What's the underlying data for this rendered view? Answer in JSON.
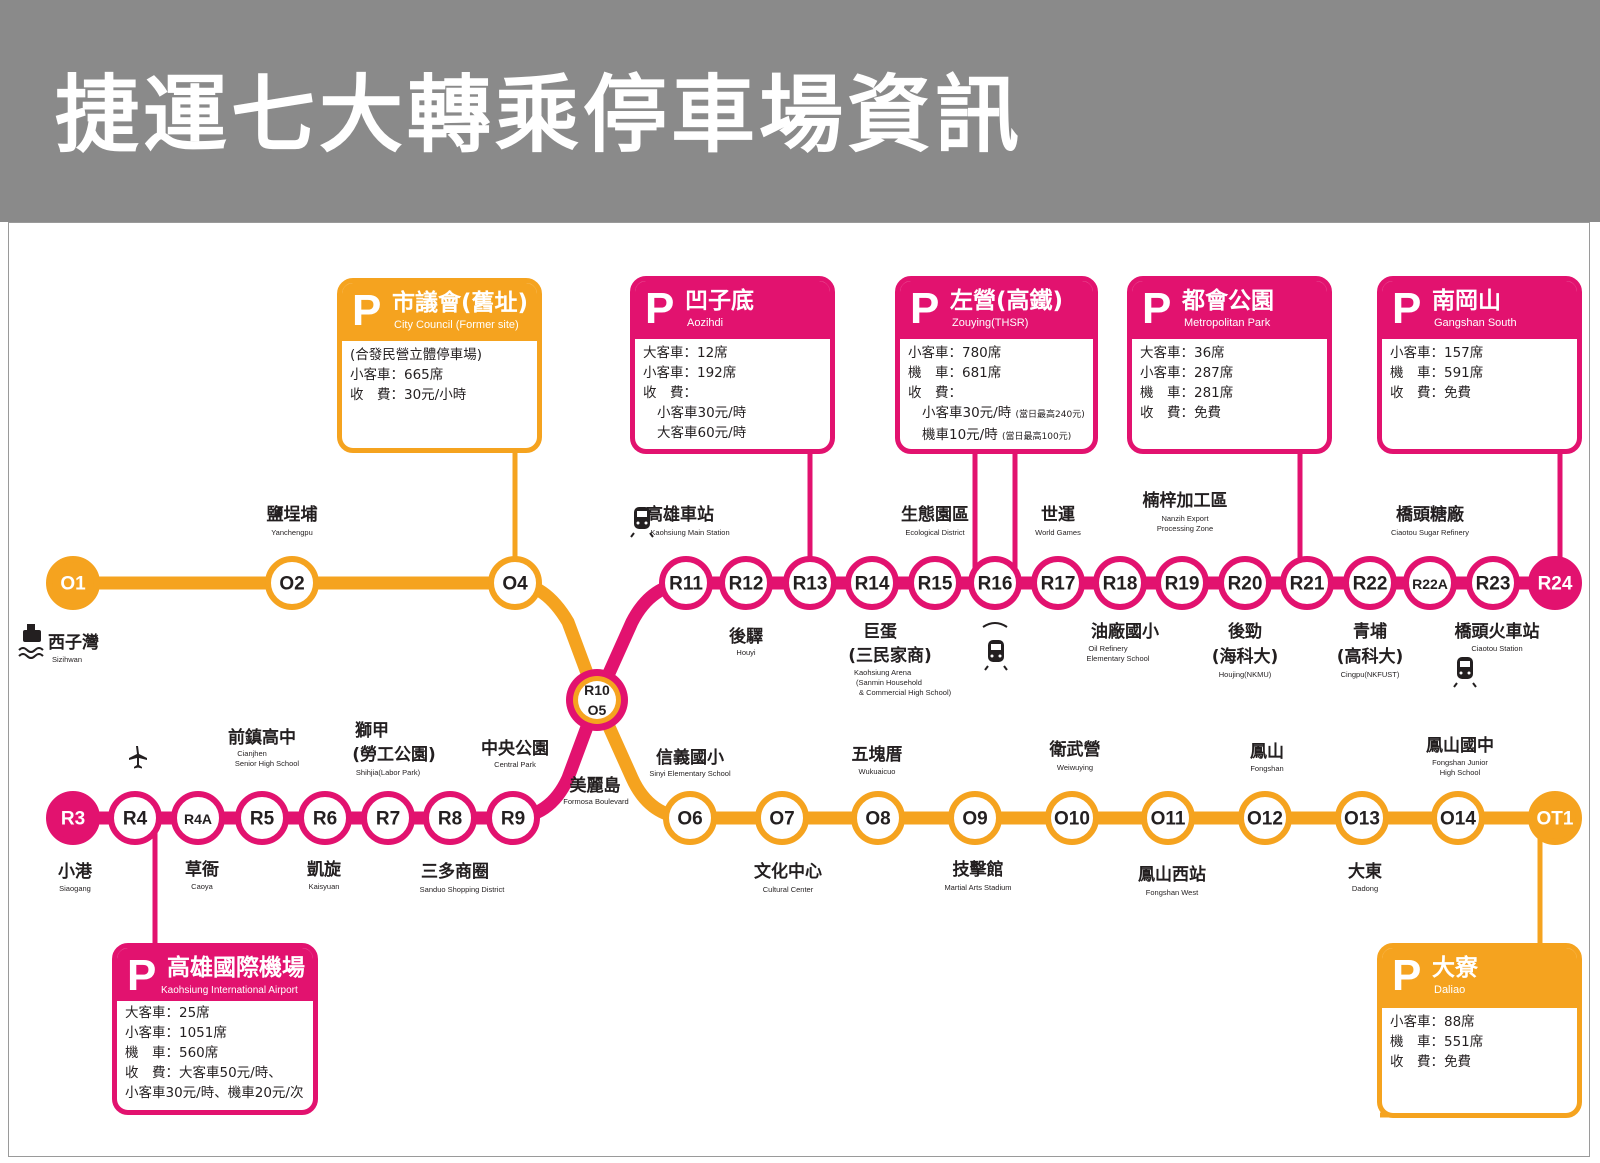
{
  "title": "捷運七大轉乘停車場資訊",
  "colors": {
    "red": "#e2126f",
    "orange": "#f5a31f",
    "header_bg": "#8a8a8a",
    "text": "#231f20"
  },
  "stations": {
    "O1": "O1",
    "O2": "O2",
    "O4": "O4",
    "R10O5": [
      "R10",
      "O5"
    ],
    "R11": "R11",
    "R12": "R12",
    "R13": "R13",
    "R14": "R14",
    "R15": "R15",
    "R16": "R16",
    "R17": "R17",
    "R18": "R18",
    "R19": "R19",
    "R20": "R20",
    "R21": "R21",
    "R22": "R22",
    "R22A": "R22A",
    "R23": "R23",
    "R24": "R24",
    "R3": "R3",
    "R4": "R4",
    "R4A": "R4A",
    "R5": "R5",
    "R6": "R6",
    "R7": "R7",
    "R8": "R8",
    "R9": "R9",
    "O6": "O6",
    "O7": "O7",
    "O8": "O8",
    "O9": "O9",
    "O10": "O10",
    "O11": "O11",
    "O12": "O12",
    "O13": "O13",
    "O14": "O14",
    "OT1": "OT1"
  },
  "labels": {
    "o1": {
      "zh": "西子灣",
      "en": "Sizihwan"
    },
    "o2": {
      "zh": "鹽埕埔",
      "en": "Yanchengpu"
    },
    "r11": {
      "zh": "高雄車站",
      "en": "Kaohsiung Main Station"
    },
    "r12": {
      "zh": "後驛",
      "en": "Houyi"
    },
    "r14": {
      "zh1": "巨蛋",
      "zh2": "(三民家商)",
      "en1": "Kaohsiung Arena",
      "en2": "(Sanmin Household",
      "en3": "& Commercial High School)"
    },
    "r15": {
      "zh": "生態園區",
      "en": "Ecological District"
    },
    "r17": {
      "zh": "世運",
      "en": "World Games"
    },
    "r18": {
      "zh": "油廠國小",
      "en1": "Oil Refinery",
      "en2": "Elementary School"
    },
    "r19": {
      "zh": "楠梓加工區",
      "en1": "Nanzih Export",
      "en2": "Processing Zone"
    },
    "r20": {
      "zh1": "後勁",
      "zh2": "(海科大)",
      "en": "Houjing(NKMU)"
    },
    "r22": {
      "zh1": "青埔",
      "zh2": "(高科大)",
      "en": "Cingpu(NKFUST)"
    },
    "r22a": {
      "zh": "橋頭糖廠",
      "en": "Ciaotou Sugar Refinery"
    },
    "r23": {
      "zh": "橋頭火車站",
      "en": "Ciaotou Station"
    },
    "r3": {
      "zh": "小港",
      "en": "Siaogang"
    },
    "r4a": {
      "zh": "草衙",
      "en": "Caoya"
    },
    "r5": {
      "zh": "前鎮高中",
      "en1": "Cianjhen",
      "en2": "Senior High School"
    },
    "r6": {
      "zh": "凱旋",
      "en": "Kaisyuan"
    },
    "r7": {
      "zh1": "獅甲",
      "zh2": "(勞工公園)",
      "en": "Shihjia(Labor Park)"
    },
    "r8": {
      "zh": "三多商圈",
      "en": "Sanduo Shopping District"
    },
    "r9": {
      "zh": "中央公園",
      "en": "Central Park"
    },
    "r10": {
      "zh": "美麗島",
      "en": "Formosa Boulevard"
    },
    "o6": {
      "zh": "信義國小",
      "en": "Sinyi Elementary School"
    },
    "o7": {
      "zh": "文化中心",
      "en": "Cultural Center"
    },
    "o8": {
      "zh": "五塊厝",
      "en": "Wukuaicuo"
    },
    "o9": {
      "zh": "技擊館",
      "en": "Martial Arts Stadium"
    },
    "o10": {
      "zh": "衛武營",
      "en": "Weiwuying"
    },
    "o11": {
      "zh": "鳳山西站",
      "en": "Fongshan West"
    },
    "o12": {
      "zh": "鳳山",
      "en": "Fongshan"
    },
    "o13": {
      "zh": "大東",
      "en": "Dadong"
    },
    "o14": {
      "zh": "鳳山國中",
      "en1": "Fongshan Junior",
      "en2": "High School"
    }
  },
  "parking": {
    "city_council": {
      "p": "P",
      "zh": "市議會(舊址)",
      "en": "City Council (Former site)",
      "lines": [
        "(合發民營立體停車場)",
        "小客車：665席",
        "收　費：30元/小時"
      ]
    },
    "aozihdi": {
      "p": "P",
      "zh": "凹子底",
      "en": "Aozihdi",
      "lines": [
        "大客車：12席",
        "小客車：192席",
        "收　費："
      ],
      "indent": [
        "小客車30元/時",
        "大客車60元/時"
      ]
    },
    "zuoying": {
      "p": "P",
      "zh": "左營(高鐵)",
      "en": "Zouying(THSR)",
      "lines": [
        "小客車：780席",
        "機　車：681席",
        "收　費："
      ],
      "indent": [
        "小客車30元/時",
        "機車10元/時"
      ],
      "notes": [
        "(當日最高240元)",
        "(當日最高100元)"
      ]
    },
    "metropolitan": {
      "p": "P",
      "zh": "都會公園",
      "en": "Metropolitan Park",
      "lines": [
        "大客車：36席",
        "小客車：287席",
        "機　車：281席",
        "收　費：免費"
      ]
    },
    "gangshan": {
      "p": "P",
      "zh": "南岡山",
      "en": "Gangshan South",
      "lines": [
        "小客車：157席",
        "機　車：591席",
        "收　費：免費"
      ]
    },
    "airport": {
      "p": "P",
      "zh": "高雄國際機場",
      "en": "Kaohsiung International Airport",
      "lines": [
        "大客車：25席",
        "小客車：1051席",
        "機　車：560席",
        "收　費：大客車50元/時、",
        "小客車30元/時、機車20元/次"
      ]
    },
    "daliao": {
      "p": "P",
      "zh": "大寮",
      "en": "Daliao",
      "lines": [
        "小客車：88席",
        "機　車：551席",
        "收　費：免費"
      ]
    }
  }
}
